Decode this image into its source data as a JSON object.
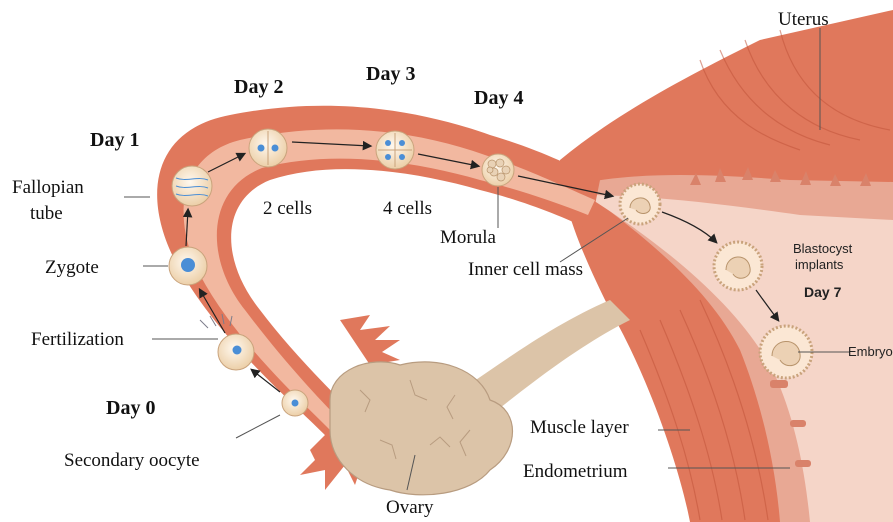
{
  "labels": {
    "uterus": "Uterus",
    "day_1": "Day 1",
    "day_2": "Day 2",
    "day_3": "Day 3",
    "day_4": "Day 4",
    "day_0": "Day 0",
    "day_7": "Day 7",
    "fallopian_tube_line1": "Fallopian",
    "fallopian_tube_line2": "tube",
    "zygote": "Zygote",
    "fertilization": "Fertilization",
    "secondary_oocyte": "Secondary oocyte",
    "two_cells": "2 cells",
    "four_cells": "4 cells",
    "morula": "Morula",
    "inner_cell_mass": "Inner cell mass",
    "blastocyst_line1": "Blastocyst",
    "blastocyst_line2": "implants",
    "embryo": "Embryo",
    "muscle_layer": "Muscle layer",
    "endometrium": "Endometrium",
    "ovary": "Ovary"
  },
  "colors": {
    "muscle": "#e0785c",
    "muscle_dark": "#c2553b",
    "tube_lumen": "#f2b8a0",
    "endometrium": "#e8a894",
    "uterine_cavity": "#f5d5c8",
    "ovary": "#dcc4a8",
    "cell": "#f7e3c8",
    "nucleus": "#4a8ed6"
  }
}
